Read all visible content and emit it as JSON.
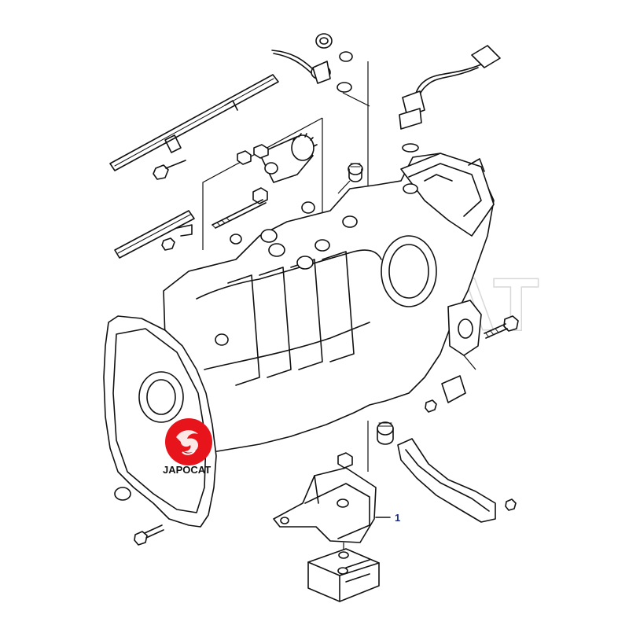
{
  "diagram": {
    "callouts": [
      {
        "label": "1"
      }
    ]
  },
  "watermark": {
    "text": "JAPOCAT"
  },
  "logo": {
    "text": "JAPOCAT"
  },
  "colors": {
    "line": "#111111",
    "callout_label": "#1a2a8c",
    "logo_red": "#e8141b",
    "watermark": "#d8d8d8"
  }
}
